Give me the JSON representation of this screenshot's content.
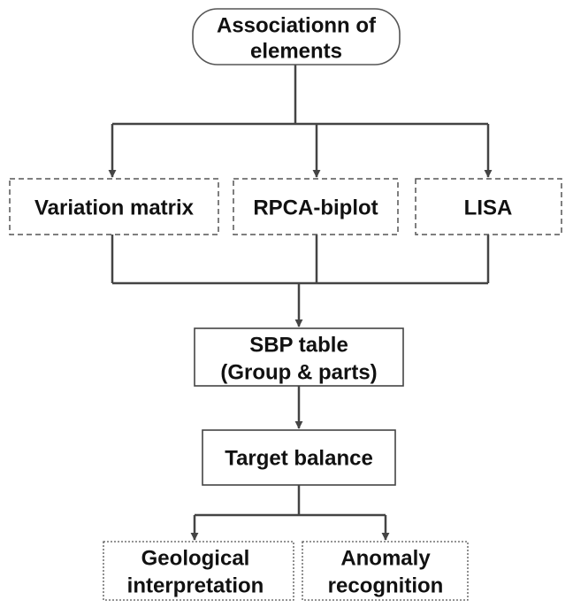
{
  "nodes": {
    "association": {
      "line1": "Associationn of",
      "line2": "elements"
    },
    "variation": {
      "label": "Variation matrix"
    },
    "rpca": {
      "label": "RPCA-biplot"
    },
    "lisa": {
      "label": "LISA"
    },
    "sbp": {
      "line1": "SBP table",
      "line2": "(Group & parts)"
    },
    "target": {
      "label": "Target balance"
    },
    "geological": {
      "line1": "Geological",
      "line2": "interpretation"
    },
    "anomaly": {
      "line1": "Anomaly",
      "line2": "recognition"
    }
  },
  "colors": {
    "stroke": "#555555",
    "text": "#111111",
    "background": "#ffffff"
  }
}
